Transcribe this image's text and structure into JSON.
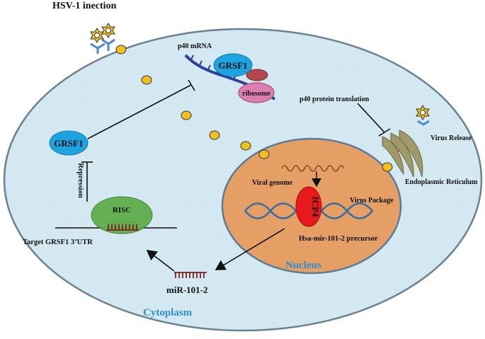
{
  "title": "HSV-1 inection",
  "labels": {
    "p40_mrna": "p40  mRNA",
    "grsf1_bound": "GRSF1",
    "ribosome": "ribosome",
    "p40_translation": "p40  protein translation",
    "virus_release": "Virus Release",
    "endoplasmic_reticulum": "Endoplasmic Reticulum",
    "virus_package": "Virus Package",
    "viral_genome": "Viral genome",
    "icp4": "ICP4",
    "precursor": "Hsa-mir-101-2  precursor",
    "nucleus": "Nucleus",
    "grsf1": "GRSF1",
    "repression": "Repression",
    "risc": "RISC",
    "target_utr": "Target  GRSF1 3’UTR",
    "mir": "miR-101-2",
    "cytoplasm": "Cytoplasm"
  },
  "colors": {
    "cell_fill": "#d4e9f2",
    "cell_stroke": "#6a8193",
    "nucleus_fill": "#e6a066",
    "nucleus_stroke": "#5b7b96",
    "grsf1": "#1da3e0",
    "risc": "#5fae4a",
    "icp4": "#e8191b",
    "ribosome_top": "#b3494e",
    "ribosome_bottom": "#dc7fb0",
    "virion": "#f2c01e",
    "label_blue": "#2c8ed1",
    "er": "#a09a6a"
  }
}
